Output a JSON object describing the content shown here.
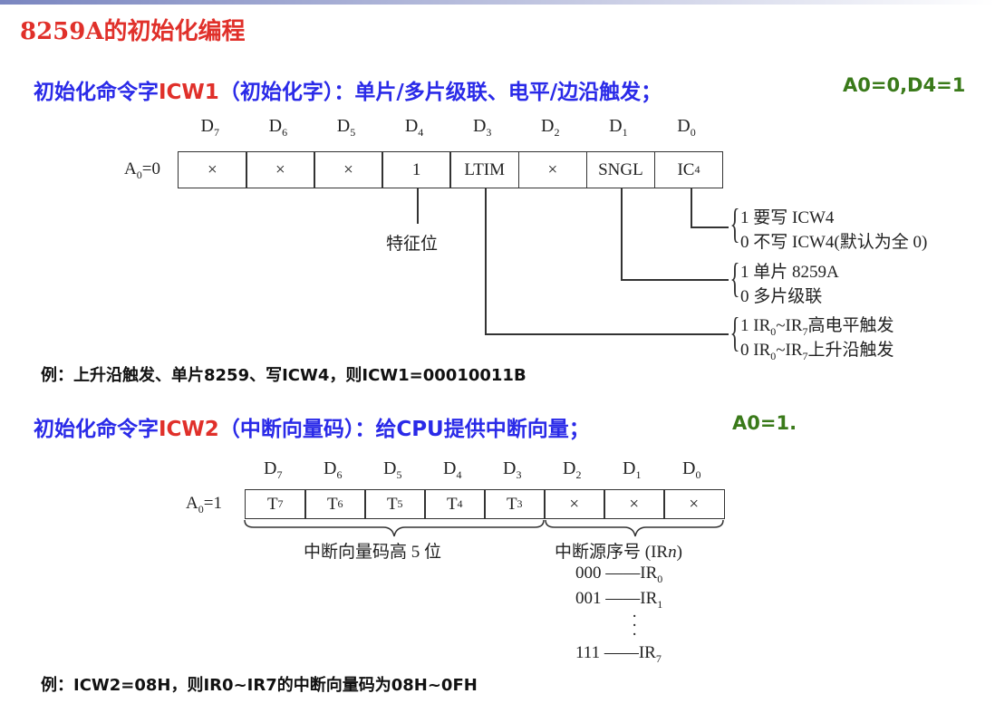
{
  "title": "8259A的初始化编程",
  "icw1": {
    "head_a": "初始化命令字",
    "head_b": "ICW1",
    "head_c": "（初始化字）：单片/多片级联、电平/边沿触发；",
    "head_d": "A0=0,D4=1",
    "a0": "A",
    "a0sub": "0",
    "a0val": "=0",
    "bits": [
      "7",
      "6",
      "5",
      "4",
      "3",
      "2",
      "1",
      "0"
    ],
    "cells": [
      "×",
      "×",
      "×",
      "1",
      "LTIM",
      "×",
      "SNGL",
      "IC"
    ],
    "ic_sub": "4",
    "feature": "特征位",
    "ic4_1": "1 要写 ICW4",
    "ic4_0": "0 不写 ICW4(默认为全 0)",
    "sngl_1": "1 单片 8259A",
    "sngl_0": "0 多片级联",
    "ltim_1": "高电平触发",
    "ltim_0": "上升沿触发",
    "example": "例：上升沿触发、单片8259、写ICW4，则ICW1=00010011B"
  },
  "icw2": {
    "head_a": "初始化命令字",
    "head_b": "ICW2",
    "head_c": "（中断向量码）：给CPU提供中断向量；",
    "head_d": "A0=1.",
    "a0": "A",
    "a0sub": "0",
    "a0val": "=1",
    "bits": [
      "7",
      "6",
      "5",
      "4",
      "3",
      "2",
      "1",
      "0"
    ],
    "cells": [
      "7",
      "6",
      "5",
      "4",
      "3",
      "×",
      "×",
      "×"
    ],
    "high5": "中断向量码高 5 位",
    "source": "中断源序号 (IR",
    "map": [
      {
        "code": "000",
        "ir": "0"
      },
      {
        "code": "001",
        "ir": "1"
      },
      {
        "code": "111",
        "ir": "7"
      }
    ],
    "example": "例：ICW2=08H，则IR0~IR7的中断向量码为08H~0FH"
  }
}
